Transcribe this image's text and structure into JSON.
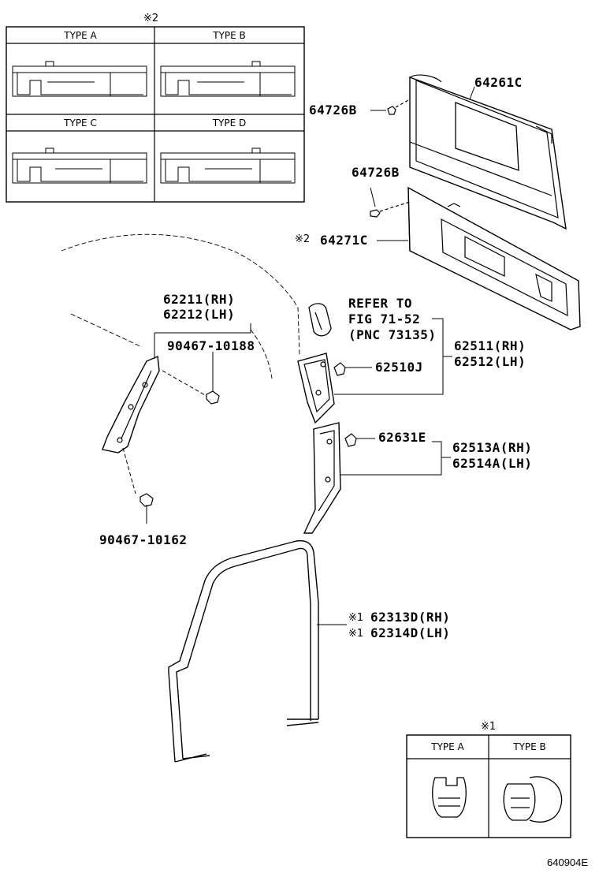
{
  "diagram_id": "640904E",
  "top_legend": {
    "marker": "※2",
    "types": [
      "TYPE A",
      "TYPE B",
      "TYPE C",
      "TYPE D"
    ]
  },
  "bottom_legend": {
    "marker": "※1",
    "types": [
      "TYPE A",
      "TYPE B"
    ]
  },
  "labels": {
    "p64261c": "64261C",
    "p64726b_1": "64726B",
    "p64726b_2": "64726B",
    "p64271c_mark": "※2",
    "p64271c": "64271C",
    "p62211": "62211(RH)",
    "p62212": "62212(LH)",
    "p90467_10188": "90467-10188",
    "refer_to": "REFER TO",
    "fig": "FIG 71-52",
    "pnc": "(PNC 73135)",
    "p62511": "62511(RH)",
    "p62512": "62512(LH)",
    "p62510j": "62510J",
    "p62631e": "62631E",
    "p62513a": "62513A(RH)",
    "p62514a": "62514A(LH)",
    "p90467_10162": "90467-10162",
    "p62313d_mark": "※1",
    "p62313d": "62313D(RH)",
    "p62314d_mark": "※1",
    "p62314d": "62314D(LH)"
  }
}
